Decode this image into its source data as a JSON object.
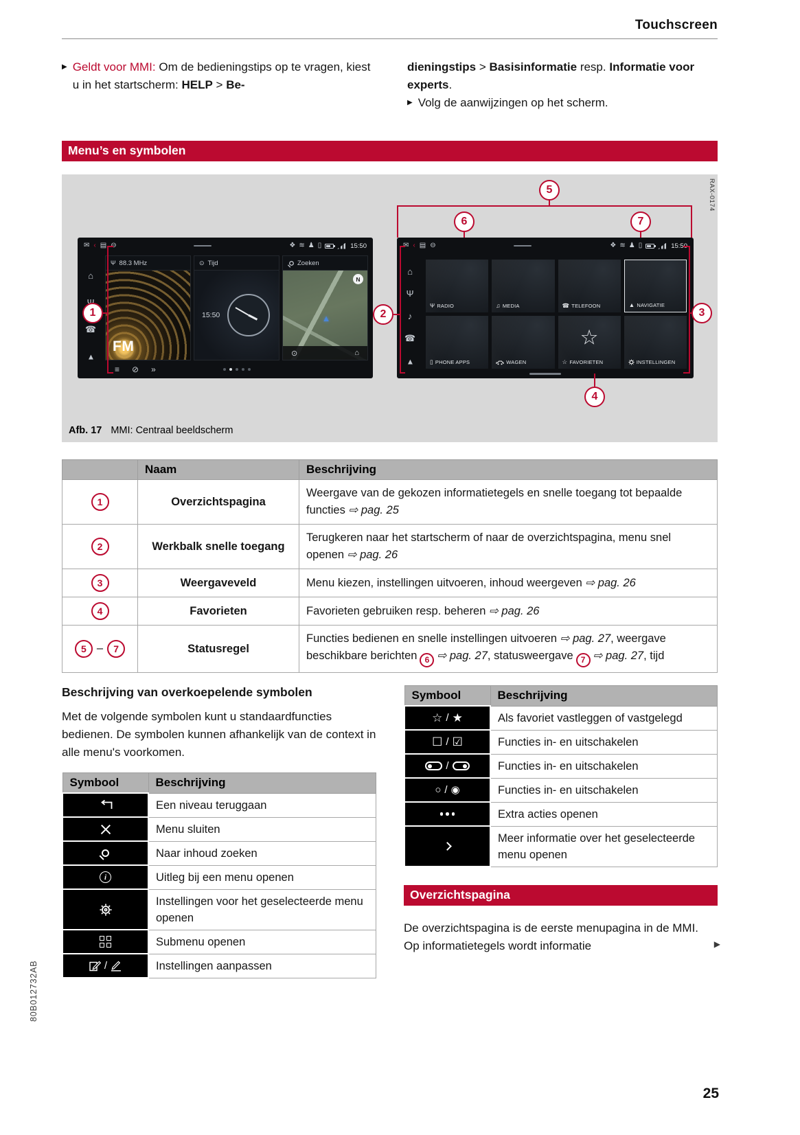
{
  "page": {
    "header_title": "Touchscreen",
    "page_number": "25",
    "doc_code": "80B012732AB"
  },
  "colors": {
    "accent_red": "#bb0a30",
    "table_header_gray": "#b2b2b2",
    "figure_bg": "#d8d8d8"
  },
  "ui": {
    "slash": "/",
    "bullet": "▶",
    "continuation_arrow": "▶"
  },
  "intro": {
    "b1_lead": "Geldt voor MMI:",
    "b1_t1": "Om de bedieningstips op te vragen, kiest u in het startscherm:",
    "b1_help": "HELP",
    "b1_gt": ">",
    "b1_be": "Be-",
    "c2_dieningstips": "dieningstips",
    "c2_gt": ">",
    "c2_basis": "Basisinformatie",
    "c2_resp": "resp.",
    "c2_experts": "Informatie voor experts",
    "c2_period": ".",
    "b2_text": "Volg de aanwijzingen op het scherm."
  },
  "banner_menus": "Menu’s en symbolen",
  "figure": {
    "code": "RAX-0174",
    "caption_label": "Afb. 17",
    "caption_text": "MMI: Centraal beeldscherm",
    "callouts": {
      "c1": "1",
      "c2": "2",
      "c3": "3",
      "c4": "4",
      "c5": "5",
      "c6": "6",
      "c7": "7"
    },
    "home_screen": {
      "time": "15:50",
      "radio_tile": {
        "header": "88.3 MHz",
        "title": "FM"
      },
      "clock_tile": {
        "header": "Tijd",
        "time": "15:50"
      },
      "map_tile": {
        "header": "Zoeken",
        "compass": "N"
      }
    },
    "menu_screen": {
      "time": "15:50",
      "tiles": [
        {
          "icon": "radio-icon",
          "label": "RADIO"
        },
        {
          "icon": "media-icon",
          "label": "MEDIA"
        },
        {
          "icon": "telephone-icon",
          "label": "TELEFOON"
        },
        {
          "icon": "navigation-icon",
          "label": "NAVIGATIE"
        },
        {
          "icon": "phone-apps-icon",
          "label": "PHONE APPS"
        },
        {
          "icon": "car-icon",
          "label": "WAGEN"
        },
        {
          "icon": "favorites-icon",
          "label": "FAVORIETEN"
        },
        {
          "icon": "settings-icon",
          "label": "INSTELLINGEN"
        }
      ]
    }
  },
  "main_table": {
    "col_name": "Naam",
    "col_desc": "Beschrijving",
    "rows": [
      {
        "num": "1",
        "name": "Overzichtspagina",
        "desc": "Weergave van de gekozen informatietegels en snelle toegang tot bepaalde functies ",
        "ref": "⇨ pag. 25"
      },
      {
        "num": "2",
        "name": "Werkbalk snelle toegang",
        "desc": "Terugkeren naar het startscherm of naar de overzichtspagina, menu snel openen ",
        "ref": "⇨ pag. 26"
      },
      {
        "num": "3",
        "name": "Weergaveveld",
        "desc": "Menu kiezen, instellingen uitvoeren, inhoud weergeven ",
        "ref": "⇨ pag. 26"
      },
      {
        "num": "4",
        "name": "Favorieten",
        "desc": "Favorieten gebruiken resp. beheren ",
        "ref": "⇨ pag. 26"
      }
    ],
    "row5": {
      "num_from": "5",
      "dash": "–",
      "num_to": "7",
      "name": "Statusregel",
      "s1": "Functies bedienen en snelle instellingen uitvoeren ",
      "r1": "⇨ pag. 27",
      "s2": ", weergave beschikbare berichten",
      "c6": "6",
      "r2": "⇨ pag. 27",
      "s3": ", statusweergave",
      "c7": "7",
      "r3": "⇨ pag. 27",
      "s4": ", tijd"
    }
  },
  "symbols_section": {
    "heading": "Beschrijving van overkoepelende symbolen",
    "intro": "Met de volgende symbolen kunt u standaardfuncties bedienen. De symbolen kunnen afhankelijk van de context in alle menu's voorkomen."
  },
  "symbols_left": {
    "headers": {
      "symbol": "Symbool",
      "desc": "Beschrijving"
    },
    "rows": [
      {
        "icon": "back-icon",
        "desc": "Een niveau teruggaan"
      },
      {
        "icon": "close-icon",
        "desc": "Menu sluiten"
      },
      {
        "icon": "search-icon",
        "desc": "Naar inhoud zoeken"
      },
      {
        "icon": "info-icon",
        "desc": "Uitleg bij een menu openen"
      },
      {
        "icon": "settings-icon",
        "desc": "Instellingen voor het geselecteerde menu openen"
      },
      {
        "icon": "submenu-icon",
        "desc": "Submenu openen"
      },
      {
        "icon": "edit-icon",
        "desc": "Instellingen aanpassen"
      }
    ]
  },
  "symbols_right": {
    "headers": {
      "symbol": "Symbool",
      "desc": "Beschrijving"
    },
    "rows": [
      {
        "icon": "favorite-icons",
        "desc": "Als favoriet vastleggen of vastgelegd"
      },
      {
        "icon": "checkbox-icons",
        "desc": "Functies in- en uitschakelen"
      },
      {
        "icon": "toggle-icons",
        "desc": "Functies in- en uitschakelen"
      },
      {
        "icon": "radio-button-icons",
        "desc": "Functies in- en uitschakelen"
      },
      {
        "icon": "more-actions-icon",
        "desc": "Extra acties openen"
      },
      {
        "icon": "chevron-right-icon",
        "desc": "Meer informatie over het geselecteerde menu openen"
      }
    ]
  },
  "overview": {
    "banner": "Overzichtspagina",
    "text": "De overzichtspagina is de eerste menupagina in de MMI. Op informatietegels wordt informatie"
  }
}
